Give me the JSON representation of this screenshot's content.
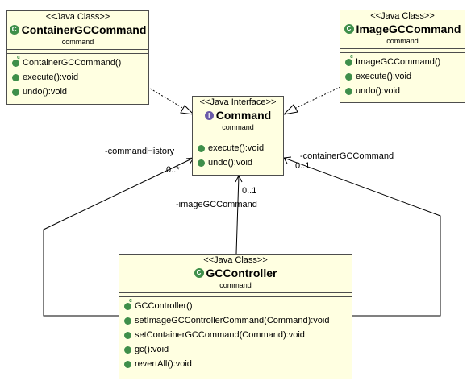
{
  "classes": {
    "container": {
      "stereotype": "<<Java Class>>",
      "name": "ContainerGCCommand",
      "package": "command",
      "members": [
        "ContainerGCCommand()",
        "execute():void",
        "undo():void"
      ]
    },
    "image": {
      "stereotype": "<<Java Class>>",
      "name": "ImageGCCommand",
      "package": "command",
      "members": [
        "ImageGCCommand()",
        "execute():void",
        "undo():void"
      ]
    },
    "command": {
      "stereotype": "<<Java Interface>>",
      "name": "Command",
      "package": "command",
      "members": [
        "execute():void",
        "undo():void"
      ]
    },
    "controller": {
      "stereotype": "<<Java Class>>",
      "name": "GCController",
      "package": "command",
      "members": [
        "GCController()",
        "setImageGCControllerCommand(Command):void",
        "setContainerGCCommand(Command):void",
        "gc():void",
        "revertAll():void"
      ]
    }
  },
  "associations": {
    "history_role": "-commandHistory",
    "history_mult": "0..*",
    "image_role": "-imageGCCommand",
    "image_mult": "0..1",
    "container_role": "-containerGCCommand",
    "container_mult": "0..1"
  },
  "colors": {
    "box_fill": "#ffffe1",
    "box_border": "#4d4d4d",
    "class_icon": "#3f8f4a",
    "interface_icon": "#6a5aa8"
  }
}
